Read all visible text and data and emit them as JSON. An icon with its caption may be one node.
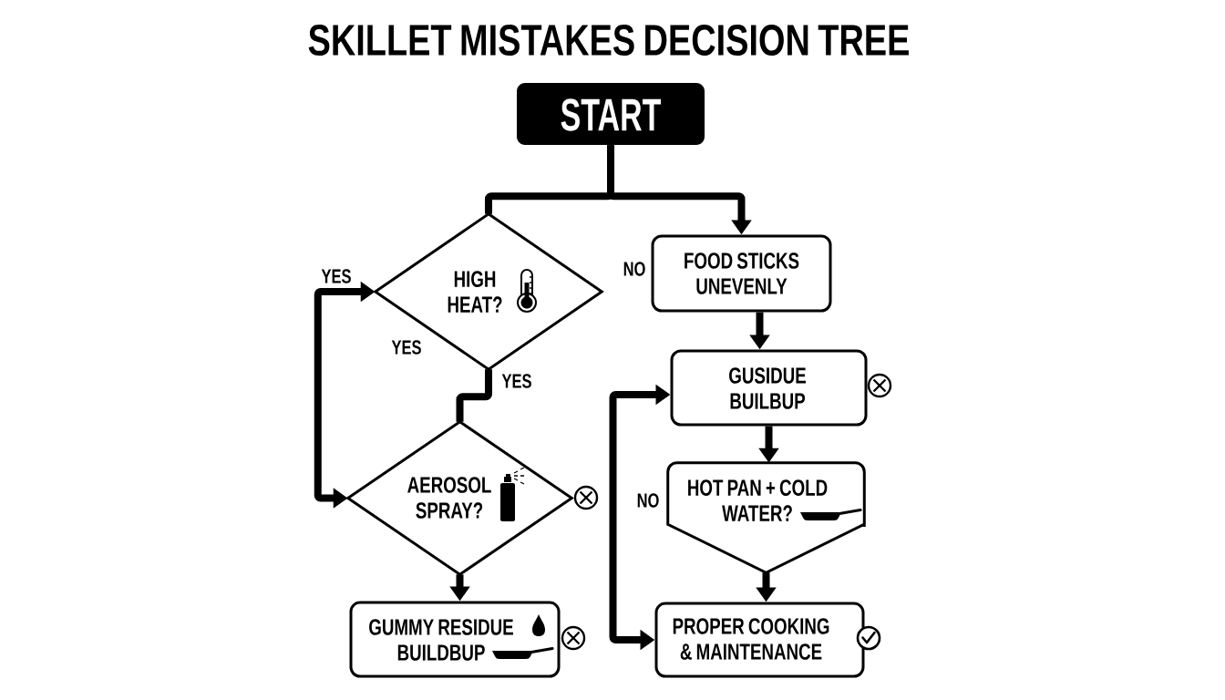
{
  "diagram": {
    "title": "SKILLET MISTAKES DECISION TREE",
    "nodes": [
      {
        "text": [
          "START"
        ]
      },
      {
        "text": [
          "HIGH HEAT?"
        ]
      },
      {
        "text": [
          "AEROSOL SPRAY?"
        ]
      },
      {
        "text": [
          "GUMMY RESIDUE BUILDBUP"
        ]
      },
      {
        "text": [
          "FOOD STICKS UNEVENLY"
        ]
      },
      {
        "text": [
          "GUSIDUE BUILBUP"
        ]
      },
      {
        "text": [
          "HOT PAN + COLD WATER?"
        ]
      },
      {
        "text": [
          "PROPER COOKING & MAINTENANCE"
        ]
      }
    ],
    "edges": [
      {
        "from": 0,
        "to": 1,
        "arrow": "none"
      },
      {
        "from": 0,
        "to": 4,
        "arrow": "to"
      },
      {
        "from": 1,
        "to": 2,
        "arrow": "none",
        "label": "YES"
      },
      {
        "from": 1,
        "to": 2,
        "arrow": "both",
        "label": "YES"
      },
      {
        "from": 2,
        "to": 3,
        "arrow": "to"
      },
      {
        "from": 4,
        "to": 5,
        "arrow": "to"
      },
      {
        "from": 5,
        "to": 6,
        "arrow": "to"
      },
      {
        "from": 6,
        "to": 7,
        "arrow": "to"
      },
      {
        "from": 5,
        "to": 7,
        "arrow": "both"
      }
    ],
    "labels": [
      "NO",
      "YES",
      "NO"
    ]
  }
}
